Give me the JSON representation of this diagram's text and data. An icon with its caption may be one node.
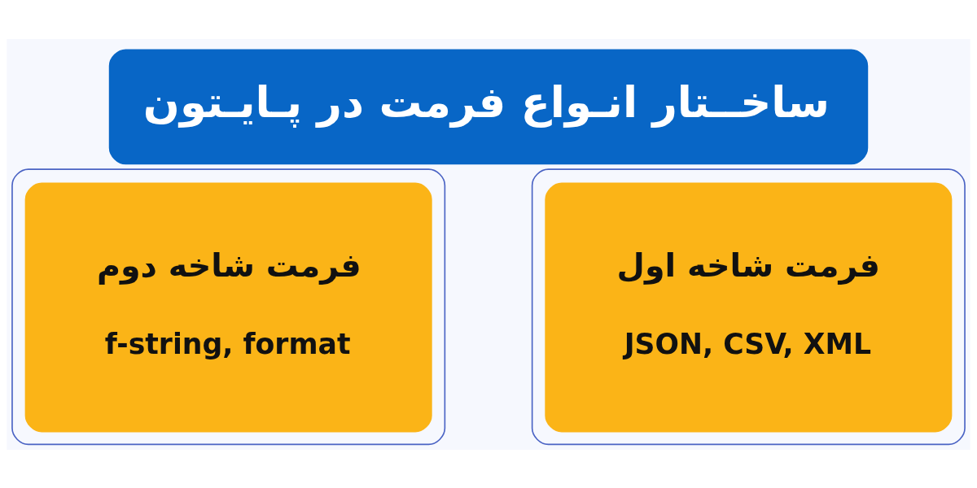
{
  "diagram": {
    "title": "ساخــتار انـواع فرمت در پـایـتون",
    "nodes": [
      {
        "text": [
          "فرمت شاخه اول",
          "JSON, CSV, XML"
        ]
      },
      {
        "text": [
          "فرمت شاخه دوم",
          "f-string, format"
        ]
      }
    ]
  }
}
